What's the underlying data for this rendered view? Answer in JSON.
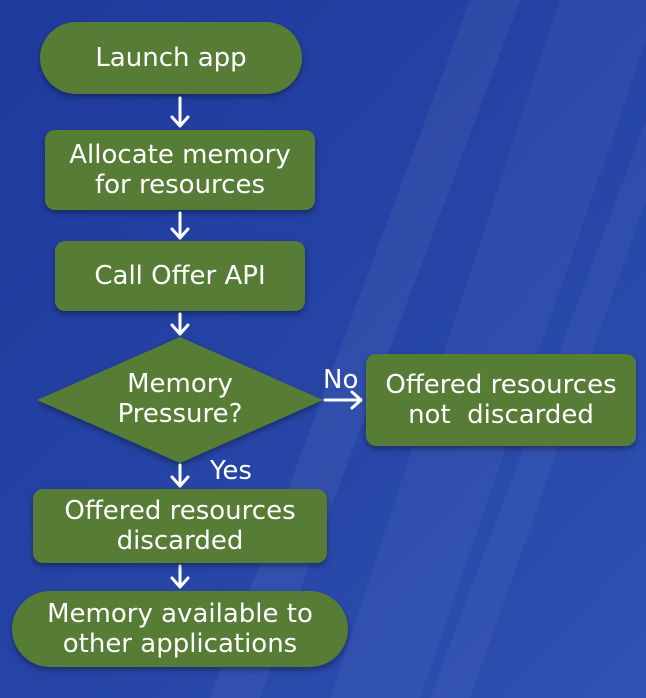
{
  "colors": {
    "background_dark": "#1f3a9a",
    "background_light": "#2d4fb0",
    "node_fill": "#567c35",
    "text": "#ffffff"
  },
  "nodes": {
    "launch_app": "Launch app",
    "allocate_memory": [
      "Allocate memory",
      "for resources"
    ],
    "call_offer_api": "Call Offer API",
    "memory_pressure": [
      "Memory",
      "Pressure?"
    ],
    "not_discarded": [
      "Offered resources",
      "not  discarded"
    ],
    "discarded": [
      "Offered resources",
      "discarded"
    ],
    "memory_available": [
      "Memory available to",
      "other applications"
    ]
  },
  "edges": {
    "no_label": "No",
    "yes_label": "Yes"
  }
}
